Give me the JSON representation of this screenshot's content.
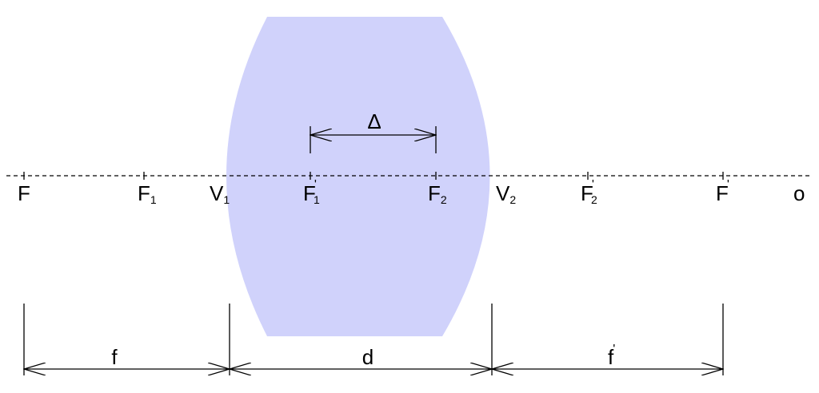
{
  "colors": {
    "lens_fill": "#d0d2fb",
    "line": "#000000"
  },
  "axis": {
    "end_label": "o"
  },
  "points": {
    "F": {
      "base": "F",
      "sub": "",
      "prime": ""
    },
    "F1": {
      "base": "F",
      "sub": "1",
      "prime": ""
    },
    "V1": {
      "base": "V",
      "sub": "1",
      "prime": ""
    },
    "F1p": {
      "base": "F",
      "sub": "1",
      "prime": "'"
    },
    "F2": {
      "base": "F",
      "sub": "2",
      "prime": ""
    },
    "V2": {
      "base": "V",
      "sub": "2",
      "prime": ""
    },
    "F2p": {
      "base": "F",
      "sub": "2",
      "prime": "'"
    },
    "Fp": {
      "base": "F",
      "sub": "",
      "prime": "'"
    }
  },
  "dimensions": {
    "delta": "Δ",
    "f": "f",
    "d": "d",
    "fprime": {
      "base": "f",
      "prime": "'"
    }
  }
}
